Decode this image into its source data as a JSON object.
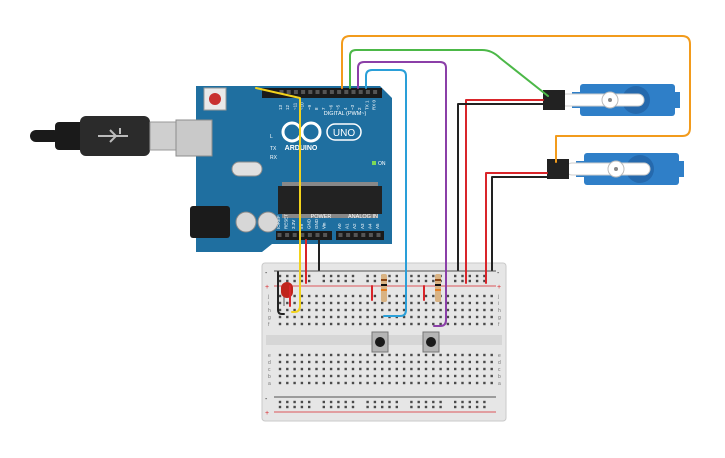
{
  "arduino": {
    "brand": "ARDUINO",
    "model": "UNO",
    "digital_label": "DIGITAL (PWM~)",
    "power_label": "POWER",
    "analog_label": "ANALOG IN",
    "on_label": "ON",
    "tx_label": "TX",
    "rx_label": "RX",
    "l_label": "L",
    "aref_label": "AREF",
    "gnd_label": "GND",
    "digital_pins": [
      "13",
      "12",
      "~11",
      "~10",
      "~9",
      "8",
      "7",
      "~6",
      "~5",
      "4",
      "~3",
      "2",
      "TX 1",
      "RX 0"
    ],
    "power_pins": [
      "IOREF",
      "RESET",
      "3.3V",
      "5V",
      "GND",
      "GND",
      "Vin"
    ],
    "analog_pins": [
      "A0",
      "A1",
      "A2",
      "A3",
      "A4",
      "A5"
    ]
  },
  "breadboard": {
    "row_letters_top": [
      "j",
      "i",
      "h",
      "g",
      "f"
    ],
    "row_letters_bottom": [
      "e",
      "d",
      "c",
      "b",
      "a"
    ],
    "plus": "+",
    "minus": "-"
  },
  "colors": {
    "board": "#1f6fa0",
    "breadboard": "#e6e6e6",
    "servo": "#2f7fc8",
    "wire_orange": "#f29b1c",
    "wire_green": "#4cb848",
    "wire_purple": "#8b3fa8",
    "wire_blue": "#2a9fd8",
    "wire_yellow": "#f2d21c",
    "wire_red": "#d9252a",
    "wire_black": "#222222"
  }
}
